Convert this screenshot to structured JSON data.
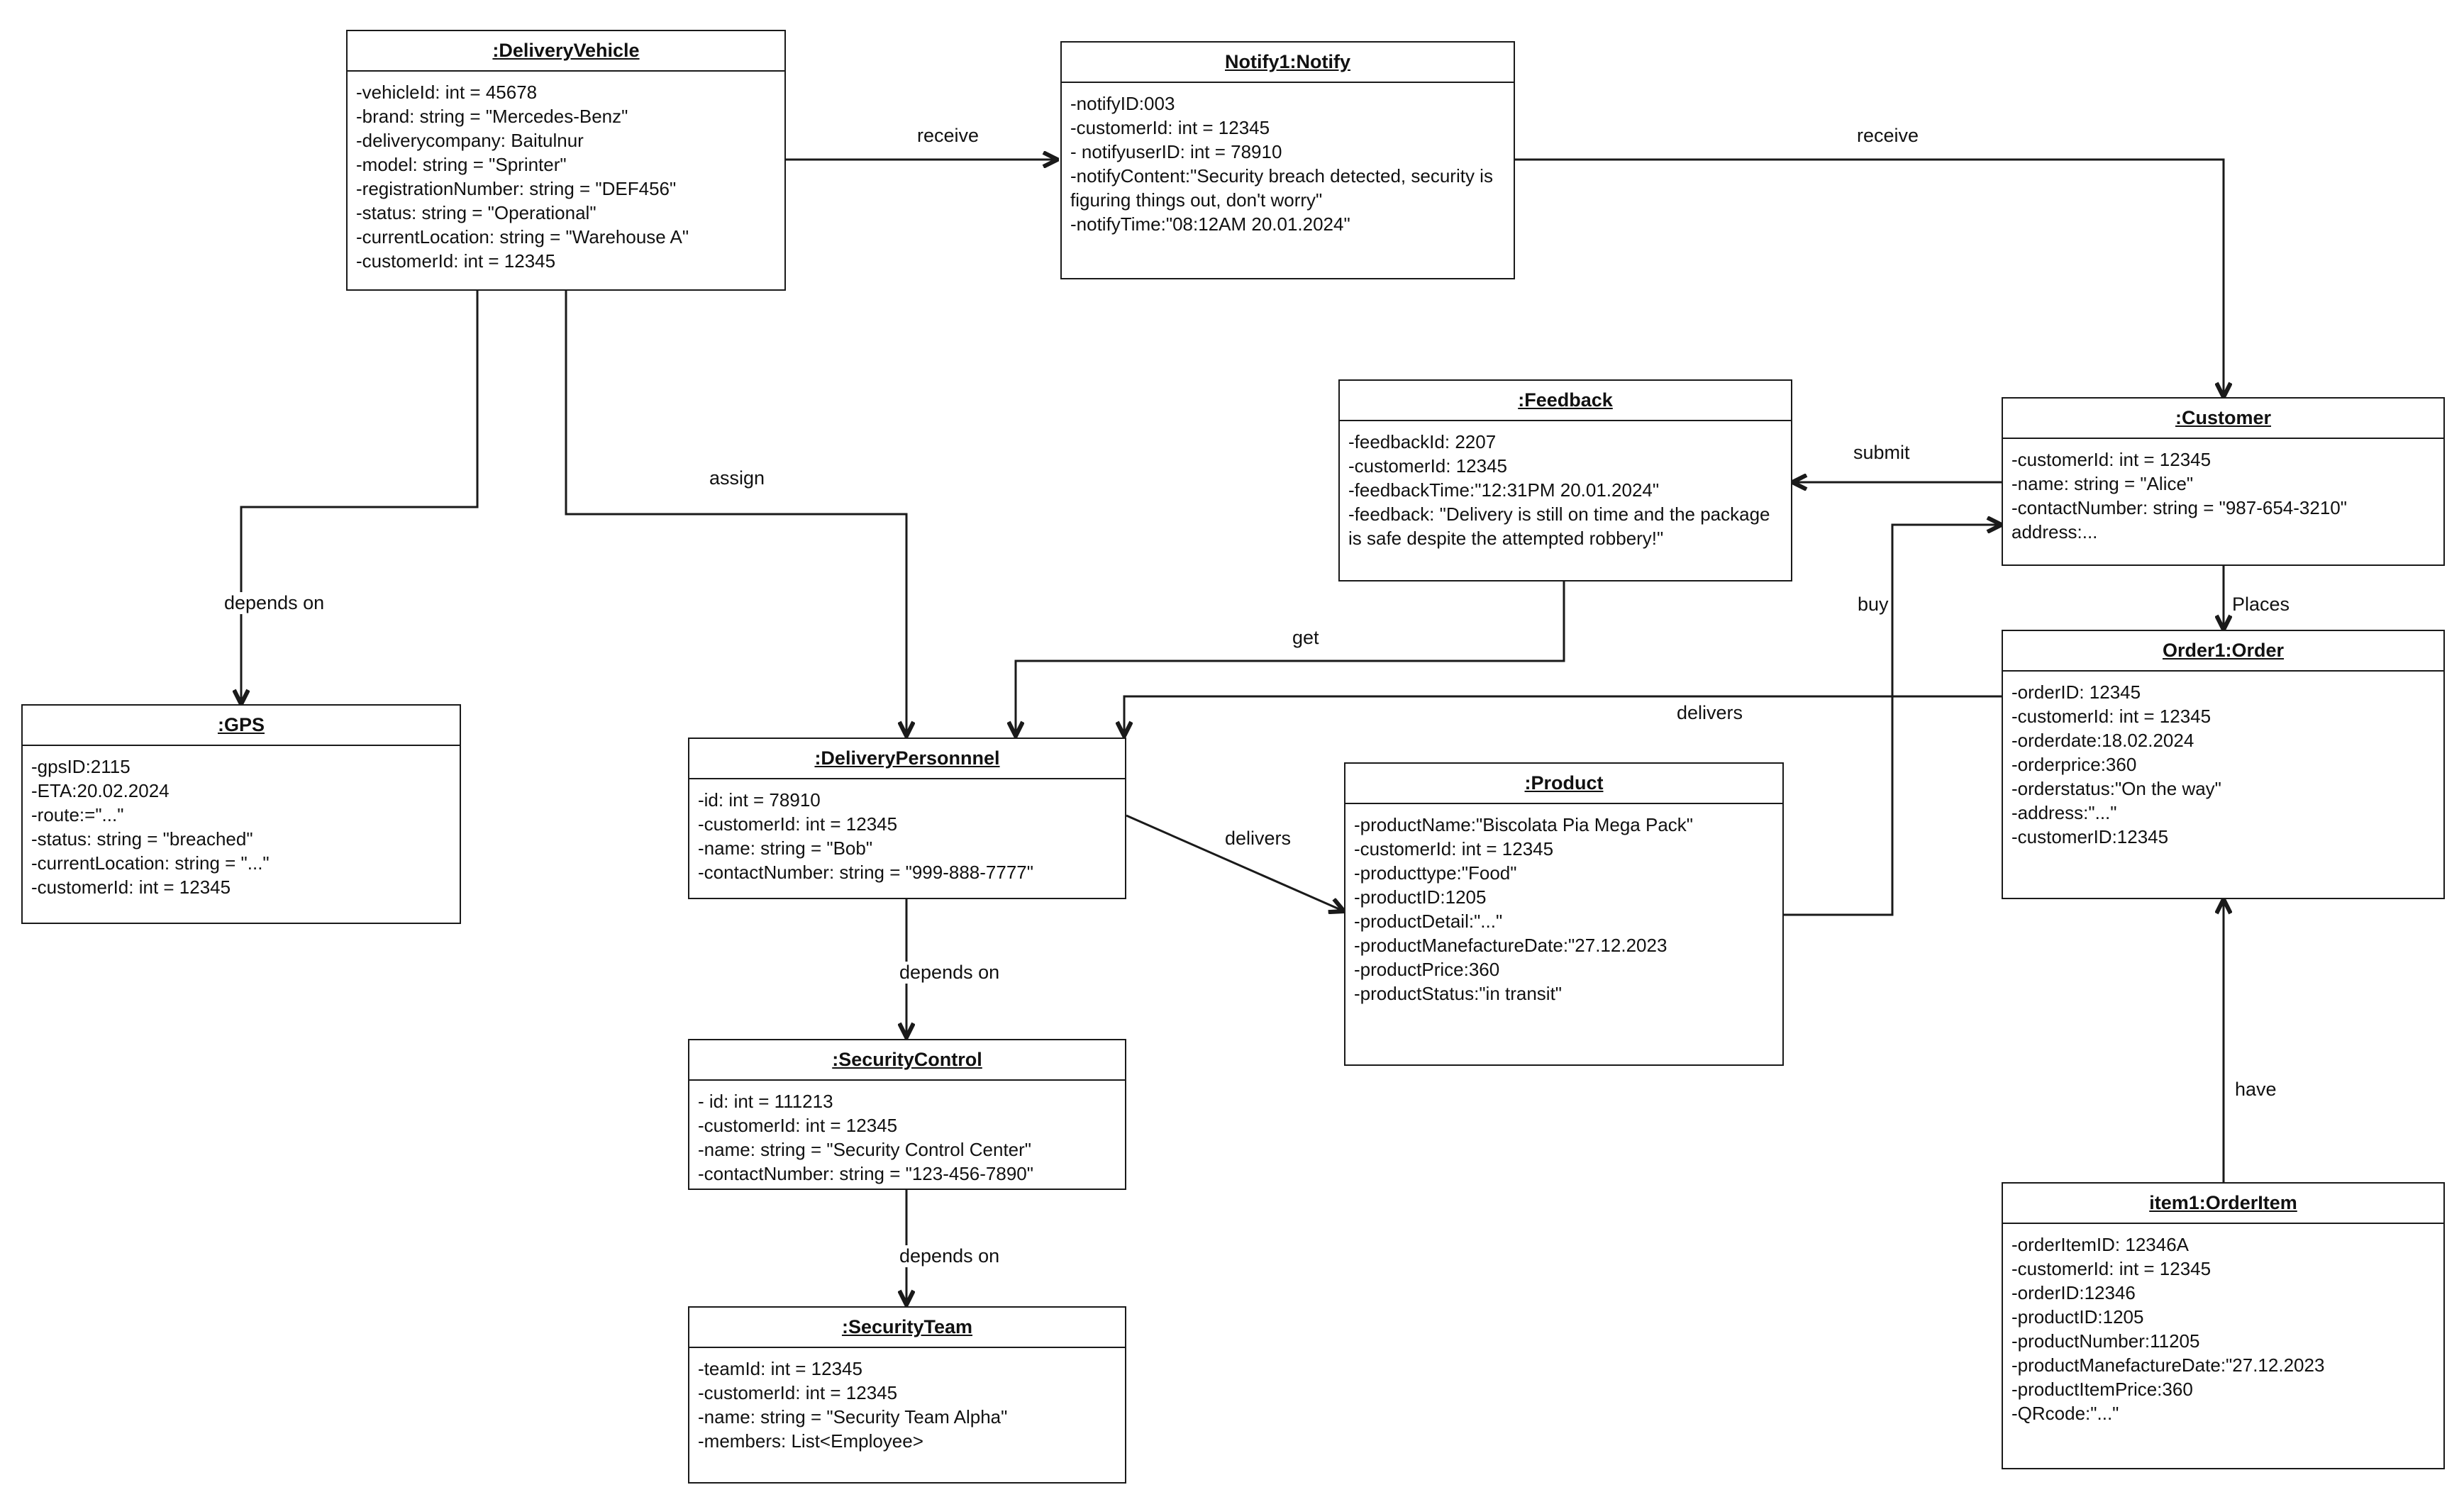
{
  "boxes": {
    "vehicle": {
      "title": ":DeliveryVehicle",
      "attrs": [
        "-vehicleId: int = 45678",
        "-brand: string = \"Mercedes-Benz\"",
        "-deliverycompany: Baitulnur",
        "-model: string = \"Sprinter\"",
        "-registrationNumber: string = \"DEF456\"",
        "-status: string = \"Operational\"",
        "-currentLocation: string = \"Warehouse A\"",
        "-customerId: int = 12345"
      ]
    },
    "notify": {
      "title": "Notify1:Notify",
      "attrs": [
        "-notifyID:003",
        "-customerId: int = 12345",
        "- notifyuserID: int = 78910",
        "-notifyContent:\"Security breach detected, security is figuring things out, don't worry\"",
        "-notifyTime:\"08:12AM 20.01.2024\""
      ]
    },
    "feedback": {
      "title": ":Feedback",
      "attrs": [
        "-feedbackId: 2207",
        "-customerId: 12345",
        "-feedbackTime:\"12:31PM 20.01.2024\"",
        "-feedback: \"Delivery is still on time and the package is safe despite the attempted robbery!\""
      ]
    },
    "customer": {
      "title": ":Customer",
      "attrs": [
        "-customerId: int = 12345",
        "-name: string = \"Alice\"",
        "-contactNumber: string = \"987-654-3210\"",
        "address:..."
      ]
    },
    "gps": {
      "title": ":GPS",
      "attrs": [
        "-gpsID:2115",
        "-ETA:20.02.2024",
        "-route:=\"...\"",
        "-status: string = \"breached\"",
        "-currentLocation: string = \"...\"",
        "-customerId: int = 12345"
      ]
    },
    "personnel": {
      "title": ":DeliveryPersonnnel",
      "attrs": [
        "-id: int = 78910",
        "-customerId: int = 12345",
        "-name: string = \"Bob\"",
        "-contactNumber: string = \"999-888-7777\""
      ]
    },
    "product": {
      "title": ":Product",
      "attrs": [
        "-productName:\"Biscolata Pia Mega Pack\"",
        "-customerId: int = 12345",
        "-producttype:\"Food\"",
        "-productID:1205",
        "-productDetail:\"...\"",
        "-productManefactureDate:\"27.12.2023",
        "-productPrice:360",
        "-productStatus:\"in transit\""
      ]
    },
    "order": {
      "title": "Order1:Order",
      "attrs": [
        "-orderID: 12345",
        "-customerId: int = 12345",
        "-orderdate:18.02.2024",
        "-orderprice:360",
        "-orderstatus:\"On the way\"",
        "-address:\"...\"",
        "-customerID:12345"
      ]
    },
    "security_control": {
      "title": ":SecurityControl",
      "attrs": [
        "- id: int = 111213",
        "-customerId: int = 12345",
        "-name: string = \"Security Control Center\"",
        "-contactNumber: string = \"123-456-7890\""
      ]
    },
    "security_team": {
      "title": ":SecurityTeam",
      "attrs": [
        "-teamId: int = 12345",
        "-customerId: int = 12345",
        "-name: string = \"Security Team Alpha\"",
        "-members: List<Employee>"
      ]
    },
    "order_item": {
      "title": "item1:OrderItem",
      "attrs": [
        "-orderItemID: 12346A",
        "-customerId: int = 12345",
        "-orderID:12346",
        "-productID:1205",
        "-productNumber:11205",
        "-productManefactureDate:\"27.12.2023",
        "-productItemPrice:360",
        "-QRcode:\"...\""
      ]
    }
  },
  "labels": {
    "receive_1": "receive",
    "receive_2": "receive",
    "assign": "assign",
    "depends_on_gps": "depends on",
    "submit": "submit",
    "buy": "buy",
    "places": "Places",
    "get": "get",
    "delivers_order": "delivers",
    "delivers_product": "delivers",
    "depends_on_control": "depends on",
    "depends_on_team": "depends on",
    "have": "have"
  },
  "colors": {
    "line": "#1a1a1a",
    "background": "#ffffff"
  }
}
